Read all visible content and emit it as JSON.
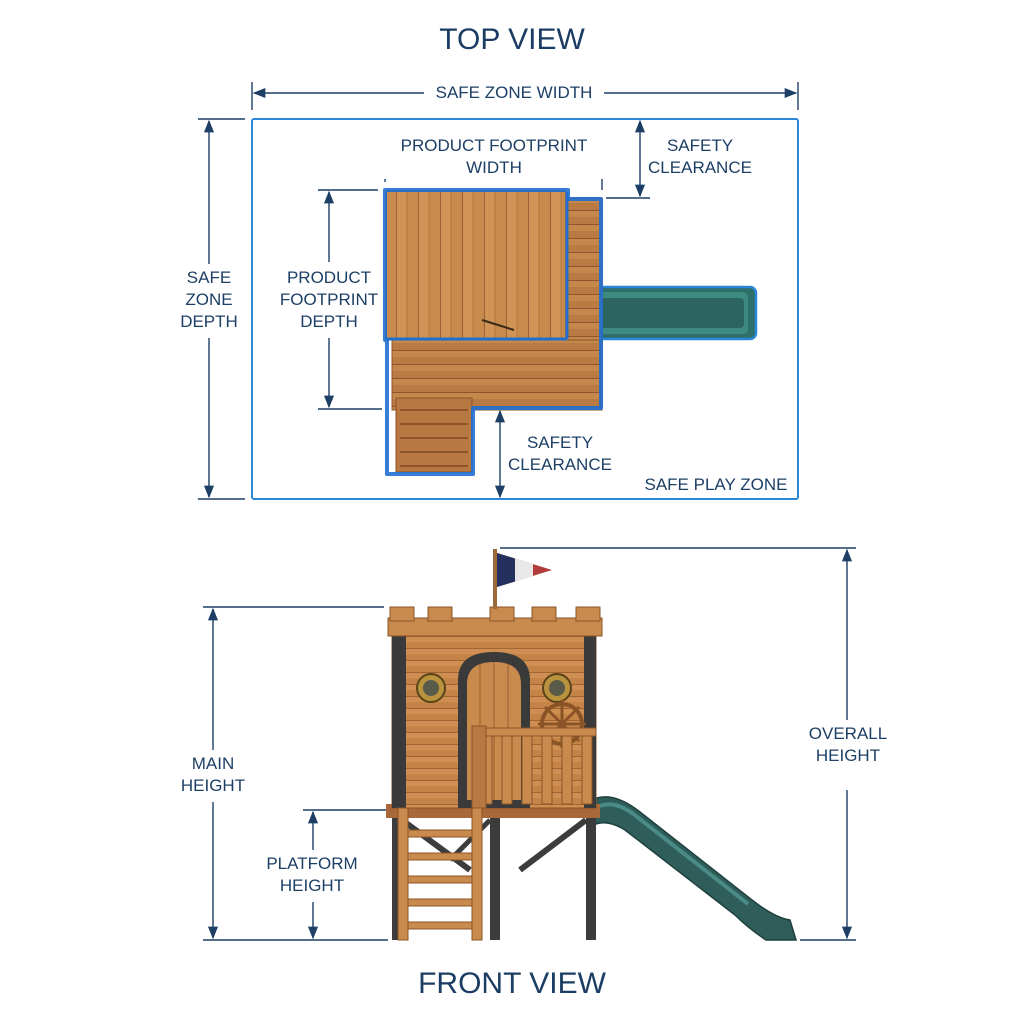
{
  "top_view": {
    "title": "TOP VIEW",
    "safe_zone_width": "SAFE ZONE WIDTH",
    "safe_zone_depth": "SAFE\nZONE\nDEPTH",
    "footprint_width": "PRODUCT FOOTPRINT\nWIDTH",
    "footprint_depth": "PRODUCT\nFOOTPRINT\nDEPTH",
    "safety_clearance_top": "SAFETY\nCLEARANCE",
    "safety_clearance_bottom": "SAFETY\nCLEARANCE",
    "safe_play_zone": "SAFE PLAY ZONE"
  },
  "front_view": {
    "title": "FRONT VIEW",
    "main_height": "MAIN\nHEIGHT",
    "platform_height": "PLATFORM\nHEIGHT",
    "overall_height": "OVERALL\nHEIGHT"
  },
  "colors": {
    "dimension_line": "#1d3f66",
    "zone_outline": "#2a86d6",
    "footprint_outline": "#1f6fd0",
    "wood": "#c98a4e",
    "wood_dark": "#a8683a",
    "slide": "#2f5d5a",
    "frame_dark": "#3a3a3a"
  }
}
